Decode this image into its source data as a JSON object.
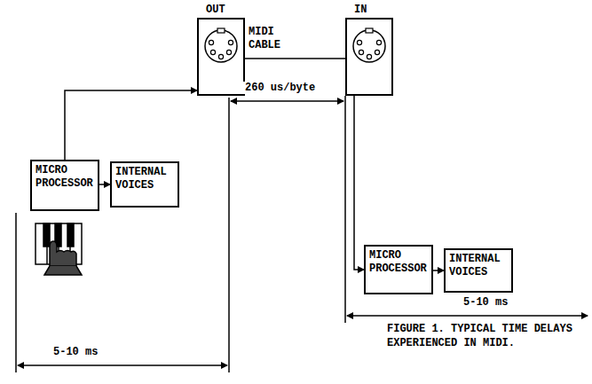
{
  "diagram": {
    "caption": "FIGURE 1. TYPICAL TIME DELAYS EXPERIENCED IN MIDI.",
    "nodes": [
      {
        "text": [
          "OUT"
        ]
      },
      {
        "text": [
          "IN"
        ]
      },
      {
        "text": [
          "MICRO PROCESSOR"
        ]
      },
      {
        "text": [
          "INTERNAL VOICES"
        ]
      },
      {
        "text": [
          "MICRO PROCESSOR"
        ]
      },
      {
        "text": [
          "INTERNAL VOICES"
        ]
      }
    ],
    "edges": [
      {
        "from": 2,
        "to": 0,
        "arrow": "to"
      },
      {
        "from": 2,
        "to": 3,
        "arrow": "to"
      },
      {
        "from": 0,
        "to": 1,
        "arrow": "none",
        "label": "MIDI CABLE"
      },
      {
        "from": 1,
        "to": 4,
        "arrow": "to"
      },
      {
        "from": 4,
        "to": 5,
        "arrow": "to"
      }
    ],
    "labels": [
      "260 us/byte",
      "5-10 ms",
      "5-10 ms"
    ]
  }
}
